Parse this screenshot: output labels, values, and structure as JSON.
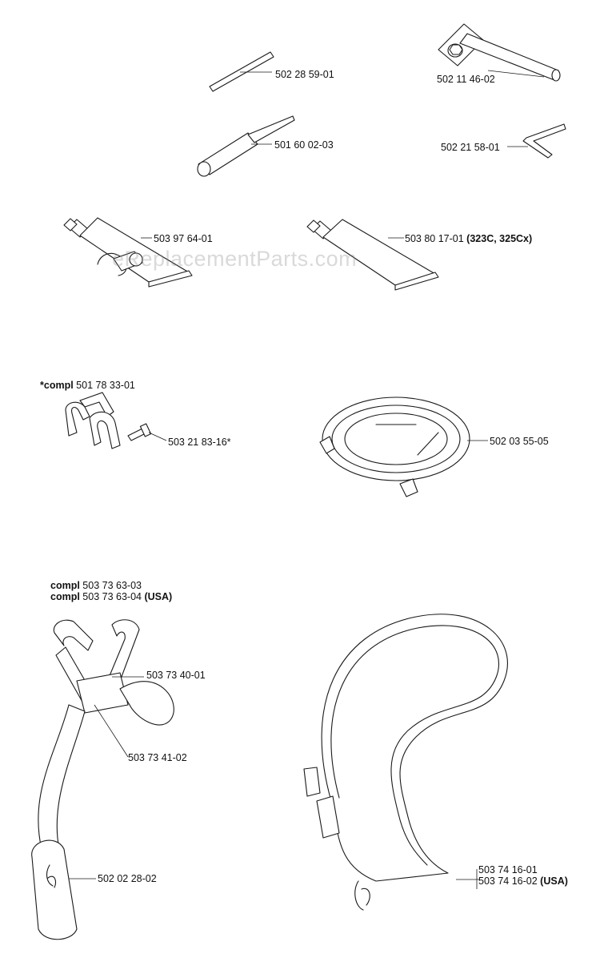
{
  "watermark": "eReplacementParts.com",
  "parts": [
    {
      "number": "502 28 59-01",
      "note": ""
    },
    {
      "number": "502 11 46-02",
      "note": ""
    },
    {
      "number": "501 60 02-03",
      "note": ""
    },
    {
      "number": "502 21 58-01",
      "note": ""
    },
    {
      "number": "503 97 64-01",
      "note": ""
    },
    {
      "number": "503 80 17-01",
      "note": "(323C, 325Cx)"
    },
    {
      "number": "503 21 83-16*",
      "note": ""
    },
    {
      "number": "502 03 55-05",
      "note": ""
    },
    {
      "number": "503 73 40-01",
      "note": ""
    },
    {
      "number": "503 73 41-02",
      "note": ""
    },
    {
      "number": "502 02 28-02",
      "note": ""
    },
    {
      "number": "503 74 16-01",
      "note": ""
    },
    {
      "number": "503 74 16-02",
      "note": "(USA)"
    }
  ],
  "assemblies": [
    {
      "prefix": "*compl",
      "number": "501 78 33-01",
      "note": ""
    },
    {
      "prefix": "compl",
      "number": "503 73 63-03",
      "note": ""
    },
    {
      "prefix": "compl",
      "number": "503 73 63-04",
      "note": "(USA)"
    }
  ]
}
